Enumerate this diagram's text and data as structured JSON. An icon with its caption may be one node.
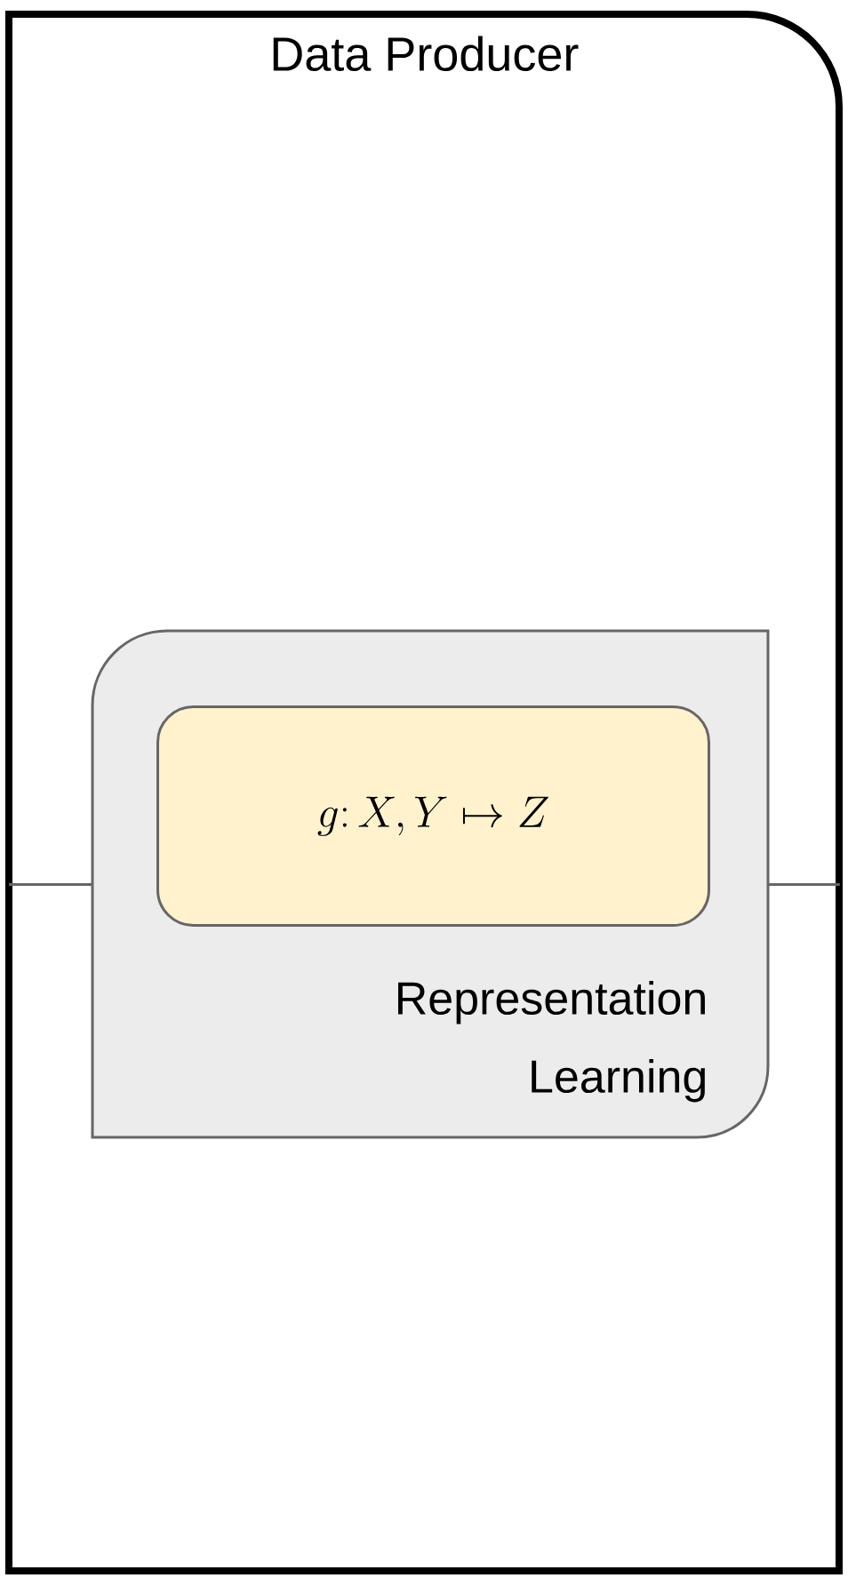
{
  "diagram": {
    "nodes": [
      {
        "text": [
          "Data Producer"
        ]
      },
      {
        "text": [
          "Representation Learning"
        ],
        "in": 0
      },
      {
        "text": [
          "g\\colon X, Y \\mapsto Z"
        ],
        "in": 1
      }
    ],
    "edges": [
      {
        "from": 0,
        "to": 1,
        "arrow": "none"
      },
      {
        "from": 1,
        "to": 0,
        "arrow": "none"
      }
    ]
  }
}
